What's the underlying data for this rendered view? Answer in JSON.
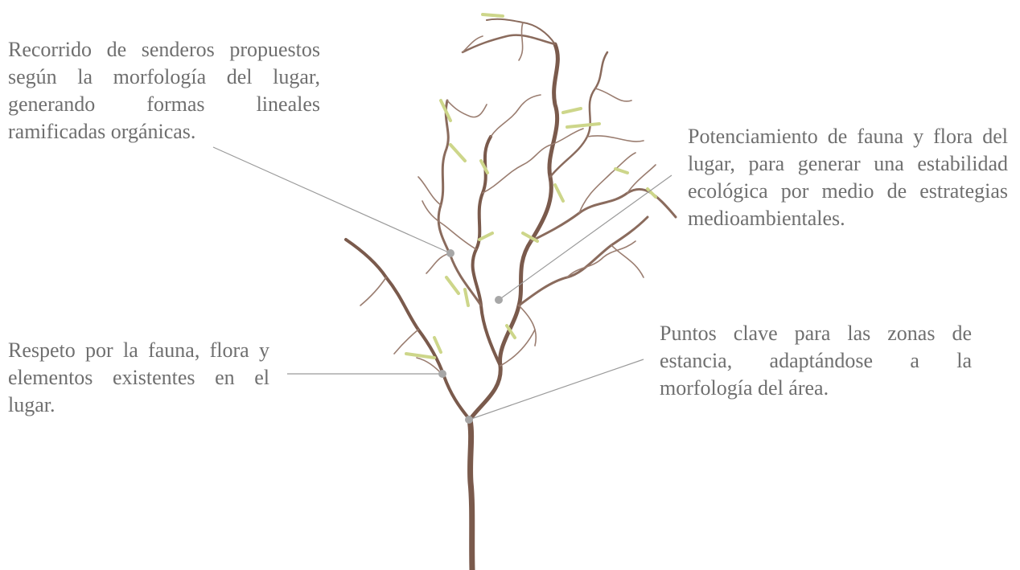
{
  "annotations": {
    "paths": "Recorrido de senderos propuestos según la morfología del lugar, generando formas lineales ramificadas orgánicas.",
    "fauna_flora": "Potenciamiento de fauna y flora del lugar, para generar una estabilidad ecológica por medio de estrategias medioambientales.",
    "respect": "Respeto por la fauna, flora y elementos existentes en el lugar.",
    "key_points": "Puntos clave para las zonas de estancia, adaptándose a la morfología del área."
  },
  "colors": {
    "text": "#6f6f6f",
    "leader_line": "#9a9a9a",
    "marker": "#a7a7a7",
    "branch": "#7a5a4c",
    "branch_light": "#9a7d70",
    "catkin": "#cdd68a"
  }
}
